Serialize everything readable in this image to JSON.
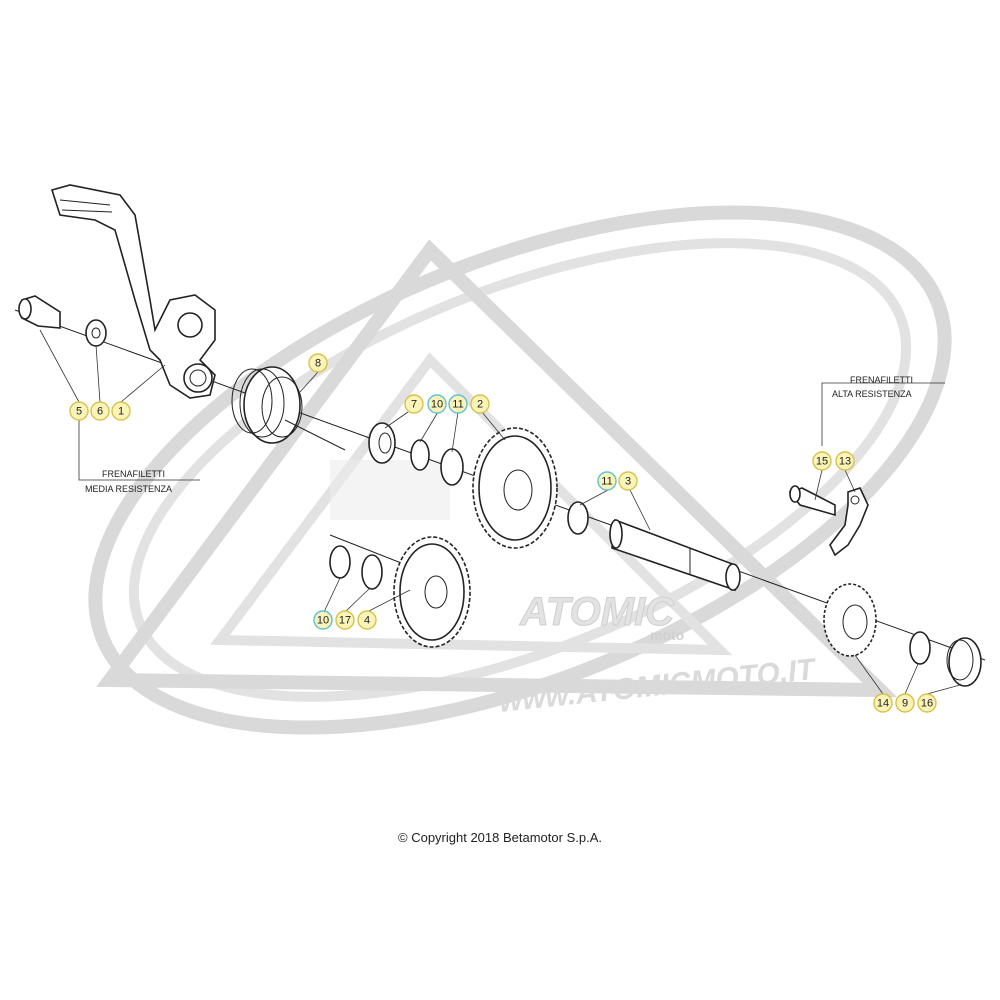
{
  "diagram": {
    "copyright": "© Copyright 2018 Betamotor S.p.A.",
    "notes": {
      "media": {
        "line1": "FRENAFILETTI",
        "line2": "MEDIA RESISTENZA"
      },
      "alta": {
        "line1": "FRENAFILETTI",
        "line2": "ALTA RESISTENZA"
      }
    },
    "watermark": {
      "brand": "ATOMIC",
      "sub": "moto",
      "url": "www.ATOMICMOTO.IT"
    },
    "colors": {
      "badge_yellow": "#fbf4b9",
      "badge_yellow_border": "#d8c24a",
      "badge_blue_border": "#5ec0d6",
      "watermark_grey": "#d9d9d9"
    },
    "callouts": [
      {
        "id": "c5",
        "label": "5",
        "style": "yellow"
      },
      {
        "id": "c6",
        "label": "6",
        "style": "yellow"
      },
      {
        "id": "c1",
        "label": "1",
        "style": "yellow"
      },
      {
        "id": "c8",
        "label": "8",
        "style": "yellow"
      },
      {
        "id": "c7",
        "label": "7",
        "style": "yellow"
      },
      {
        "id": "c10a",
        "label": "10",
        "style": "blue"
      },
      {
        "id": "c11a",
        "label": "11",
        "style": "blue"
      },
      {
        "id": "c2",
        "label": "2",
        "style": "yellow"
      },
      {
        "id": "c11b",
        "label": "11",
        "style": "blue"
      },
      {
        "id": "c3",
        "label": "3",
        "style": "yellow"
      },
      {
        "id": "c10b",
        "label": "10",
        "style": "blue"
      },
      {
        "id": "c17",
        "label": "17",
        "style": "yellow"
      },
      {
        "id": "c4",
        "label": "4",
        "style": "yellow"
      },
      {
        "id": "c15",
        "label": "15",
        "style": "yellow"
      },
      {
        "id": "c13",
        "label": "13",
        "style": "yellow"
      },
      {
        "id": "c14",
        "label": "14",
        "style": "yellow"
      },
      {
        "id": "c9",
        "label": "9",
        "style": "yellow"
      },
      {
        "id": "c16",
        "label": "16",
        "style": "yellow"
      }
    ]
  }
}
